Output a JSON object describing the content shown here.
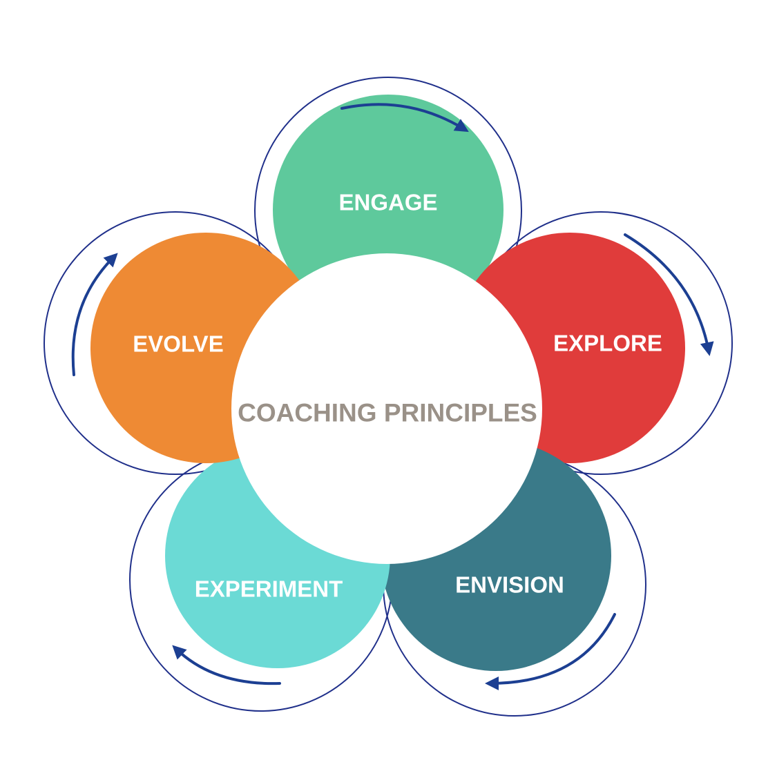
{
  "center": {
    "label": "COACHING PRINCIPLES",
    "color": "#ffffff",
    "text_color": "#9a9188"
  },
  "petals": [
    {
      "id": "engage",
      "label": "ENGAGE",
      "color": "#5ec99c"
    },
    {
      "id": "explore",
      "label": "EXPLORE",
      "color": "#e03c3b"
    },
    {
      "id": "envision",
      "label": "ENVISION",
      "color": "#3a7a89"
    },
    {
      "id": "experiment",
      "label": "EXPERIMENT",
      "color": "#6bdad5"
    },
    {
      "id": "evolve",
      "label": "EVOLVE",
      "color": "#ee8a34"
    }
  ],
  "outline_color": "#1f2f8a",
  "arrow_color": "#1c3f92",
  "cycle_direction": "clockwise"
}
